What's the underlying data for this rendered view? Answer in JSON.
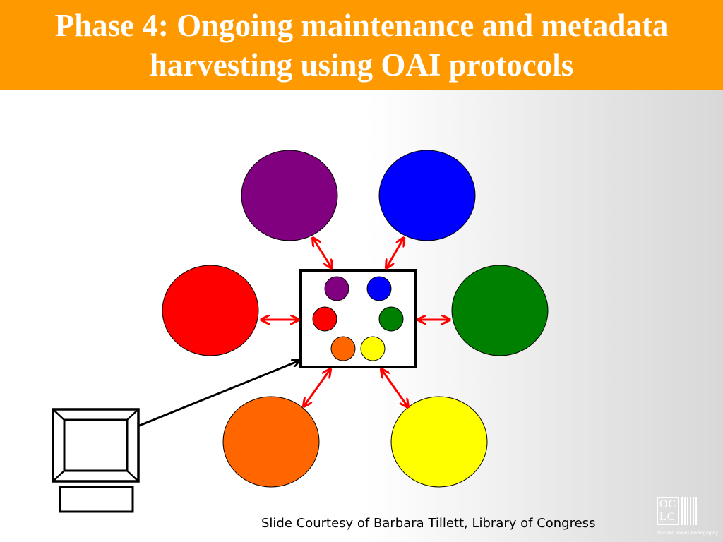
{
  "title": "Phase 4: Ongoing maintenance and metadata harvesting using OAI protocols",
  "caption": "Slide Courtesy of Barbara Tillett, Library of Congress",
  "logo": {
    "line1": "OC",
    "line2": "LC"
  },
  "photo_credit": "Stephen Woods Photography",
  "colors": {
    "title_bar": "#ff9900",
    "purple": "#800080",
    "blue": "#0000ff",
    "red": "#ff0000",
    "green": "#008000",
    "orange": "#ff6600",
    "yellow": "#ffff00",
    "arrow": "#ff0000",
    "computer_link": "#000000"
  },
  "nodes": [
    "purple",
    "blue",
    "red",
    "green",
    "orange",
    "yellow"
  ]
}
